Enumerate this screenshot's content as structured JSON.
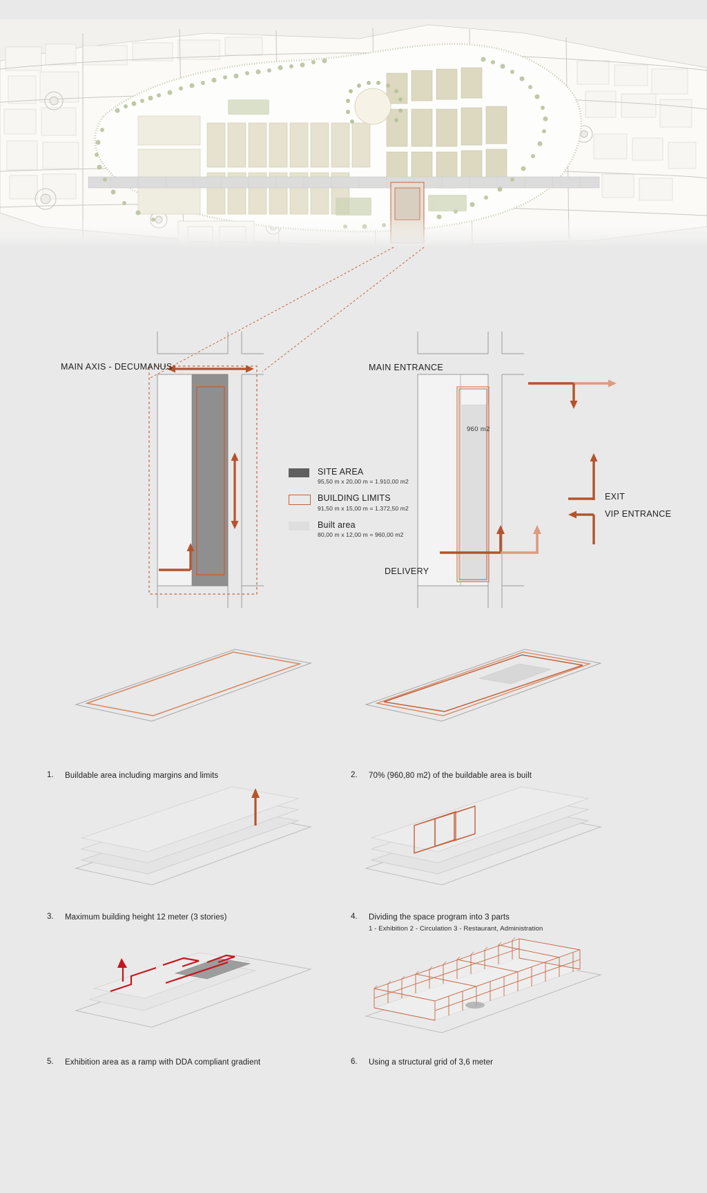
{
  "board": {
    "background_color": "#e9e9e9",
    "accent_color": "#c4603a",
    "accent_dark": "#b5532c",
    "site_fill": "#8f8f8f",
    "built_fill": "#dedede"
  },
  "masterplan": {
    "name": "aerial-site-masterplan"
  },
  "left_plan": {
    "main_axis_label": "MAIN AXIS - DECUMANUS"
  },
  "right_plan": {
    "main_entrance_label": "MAIN ENTRANCE",
    "exit_label": "EXIT",
    "vip_entrance_label": "VIP ENTRANCE",
    "delivery_label": "DELIVERY",
    "area_label": "960 m2"
  },
  "legend": {
    "items": [
      {
        "title": "SITE AREA",
        "dimensions": "95,50 m x 20,00 m = 1.910,00 m2",
        "swatch": "solid-dark-gray"
      },
      {
        "title": "BUILDING LIMITS",
        "dimensions": "91,50 m x 15,00 m = 1.372,50 m2",
        "swatch": "orange-outline"
      },
      {
        "title": "Built area",
        "dimensions": "80,00 m x 12,00 m = 960,00 m2",
        "swatch": "light-gray"
      }
    ]
  },
  "steps": [
    {
      "number": "1.",
      "text": "Buildable area including margins and limits",
      "sub": ""
    },
    {
      "number": "2.",
      "text": "70% (960,80 m2) of the buildable area is built",
      "sub": ""
    },
    {
      "number": "3.",
      "text": "Maximum building height 12 meter (3 stories)",
      "sub": ""
    },
    {
      "number": "4.",
      "text": "Dividing the space program into 3 parts",
      "sub": "1 - Exhibition  2 - Circulation  3 - Restaurant, Administration"
    },
    {
      "number": "5.",
      "text": "Exhibition area as a ramp with DDA compliant gradient",
      "sub": ""
    },
    {
      "number": "6.",
      "text": "Using a structural grid of 3,6 meter",
      "sub": ""
    }
  ]
}
